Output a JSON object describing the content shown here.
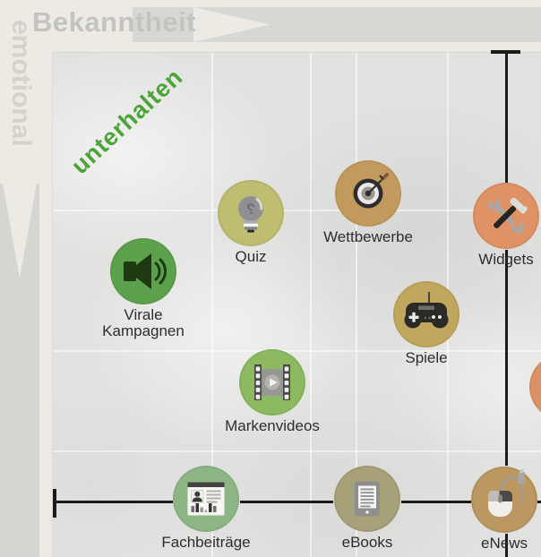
{
  "banners": {
    "top_label": "Bekanntheit",
    "side_label": "emotional",
    "quadrant_label": "unterhalten"
  },
  "colors": {
    "page_bg": "#eceae3",
    "banner_gray": "#d7d7d3",
    "top_text": "#c3c3bf",
    "side_text": "#d4d2cb",
    "quadrant_green": "#4ba436",
    "axis": "#1b1b1b",
    "label_text": "#2d2d2d"
  },
  "items": [
    {
      "id": "quiz",
      "label": "Quiz",
      "icon": "lightbulb-question-icon",
      "circle_color": "#bfbd70"
    },
    {
      "id": "wettbewerbe",
      "label": "Wettbewerbe",
      "icon": "dart-target-icon",
      "circle_color": "#c39a5e"
    },
    {
      "id": "widgets",
      "label": "Widgets",
      "icon": "tools-icon",
      "circle_color": "#de9265"
    },
    {
      "id": "virale-kampagnen",
      "label": "Virale Kampagnen",
      "icon": "loudspeaker-icon",
      "circle_color": "#5ca24d"
    },
    {
      "id": "spiele",
      "label": "Spiele",
      "icon": "gamepad-icon",
      "circle_color": "#c0a75d"
    },
    {
      "id": "markenvideos",
      "label": "Markenvideos",
      "icon": "filmstrip-play-icon",
      "circle_color": "#8dba60"
    },
    {
      "id": "fachbeitraege",
      "label": "Fachbeiträge",
      "icon": "article-document-icon",
      "circle_color": "#8eb585"
    },
    {
      "id": "ebooks",
      "label": "eBooks",
      "icon": "ereader-icon",
      "circle_color": "#a6a178"
    },
    {
      "id": "enews",
      "label": "eNews",
      "icon": "computer-mouse-icon",
      "circle_color": "#bb9761"
    },
    {
      "id": "partial-right",
      "label": "",
      "icon": "list-icon",
      "circle_color": "#db9166"
    }
  ]
}
